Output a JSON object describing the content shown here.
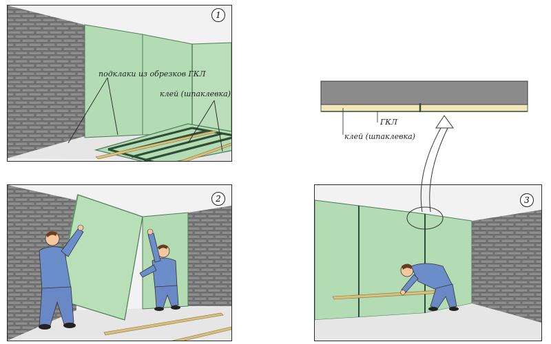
{
  "panels": {
    "p1": {
      "number": "1"
    },
    "p2": {
      "number": "2"
    },
    "p3": {
      "number": "3"
    }
  },
  "labels": {
    "pads": "подклаки из обрезков ГКЛ",
    "glue_p1": "клей (шпаклевка)",
    "gkl": "ГКЛ",
    "glue_detail": "клей (шпаклевка)"
  },
  "colors": {
    "brick": "#7c7c7c",
    "board": "#b4dcb4",
    "board_dark": "#5e9a6a",
    "floor": "#e6e6e6",
    "worker_shirt": "#6b8ecb",
    "worker_pants": "#6a88c6",
    "skin": "#f3c7a0",
    "wood": "#d9bf7c",
    "ceiling": "#8c8c8c",
    "glue": "#f3e7ba"
  }
}
